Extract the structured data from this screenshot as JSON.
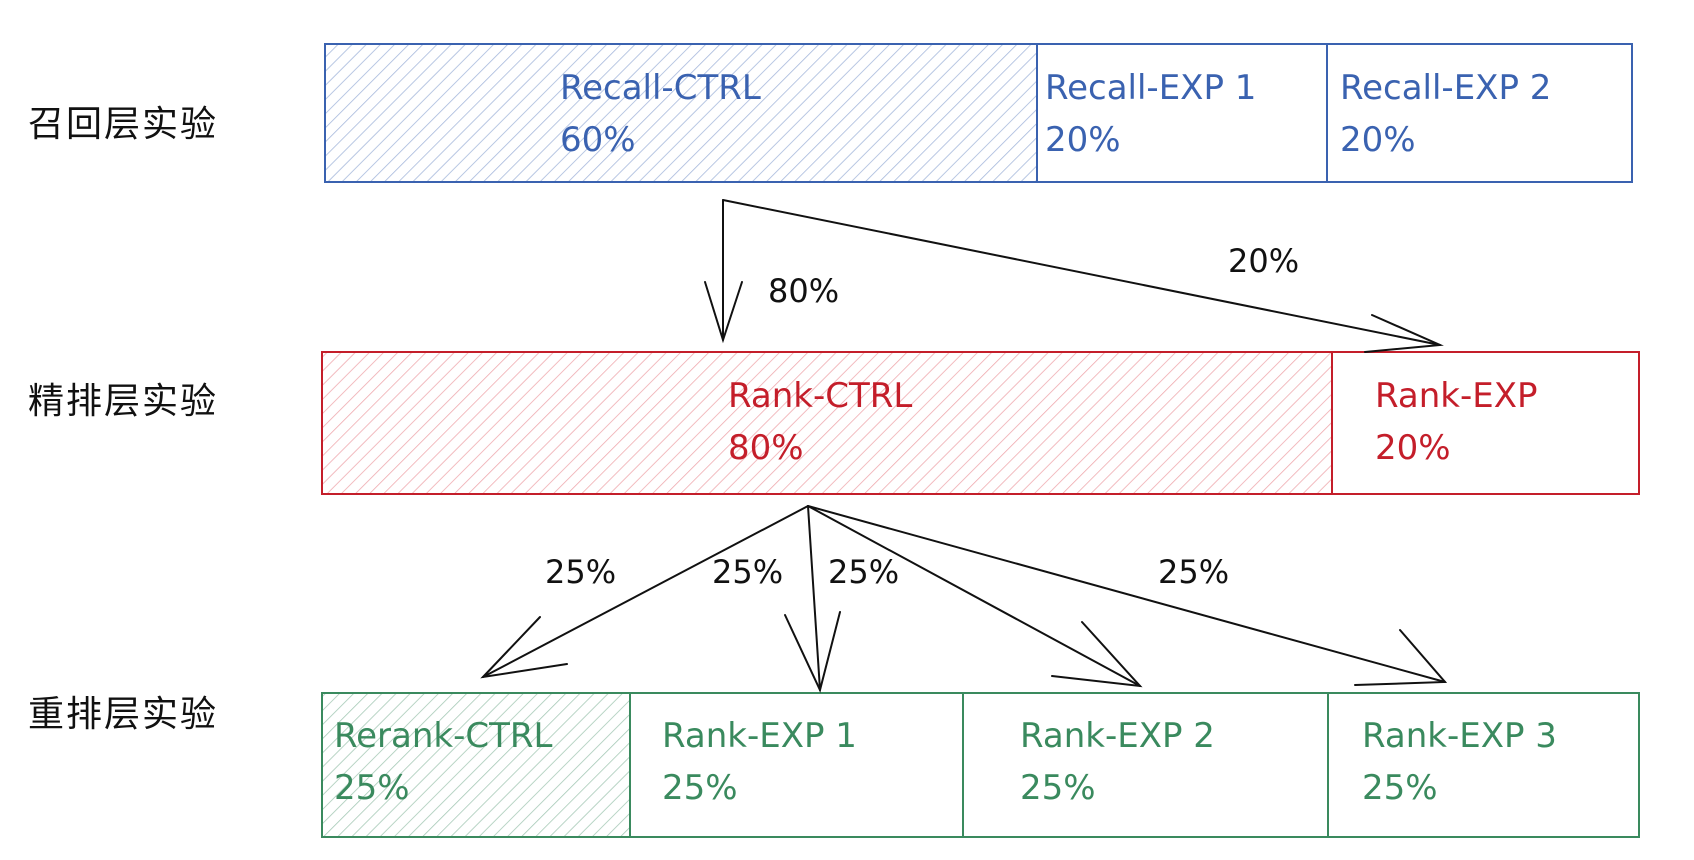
{
  "layers": [
    {
      "label": "召回层实验",
      "color": "#3a62b0",
      "segments": [
        {
          "name": "Recall-CTRL",
          "pct": "60%",
          "share": 0.6,
          "hatched": true
        },
        {
          "name": "Recall-EXP 1",
          "pct": "20%",
          "share": 0.2,
          "hatched": false
        },
        {
          "name": "Recall-EXP 2",
          "pct": "20%",
          "share": 0.2,
          "hatched": false
        }
      ]
    },
    {
      "label": "精排层实验",
      "color": "#c41e2a",
      "segments": [
        {
          "name": "Rank-CTRL",
          "pct": "80%",
          "share": 0.8,
          "hatched": true
        },
        {
          "name": "Rank-EXP",
          "pct": "20%",
          "share": 0.2,
          "hatched": false
        }
      ]
    },
    {
      "label": "重排层实验",
      "color": "#3a8a5e",
      "segments": [
        {
          "name": "Rerank-CTRL",
          "pct": "25%",
          "share": 0.25,
          "hatched": true
        },
        {
          "name": "Rank-EXP 1",
          "pct": "25%",
          "share": 0.25,
          "hatched": false
        },
        {
          "name": "Rank-EXP 2",
          "pct": "25%",
          "share": 0.25,
          "hatched": false
        },
        {
          "name": "Rank-EXP 3",
          "pct": "25%",
          "share": 0.25,
          "hatched": false
        }
      ]
    }
  ],
  "flows": {
    "recall_to_rank": [
      "80%",
      "20%"
    ],
    "rank_to_rerank": [
      "25%",
      "25%",
      "25%",
      "25%"
    ]
  }
}
